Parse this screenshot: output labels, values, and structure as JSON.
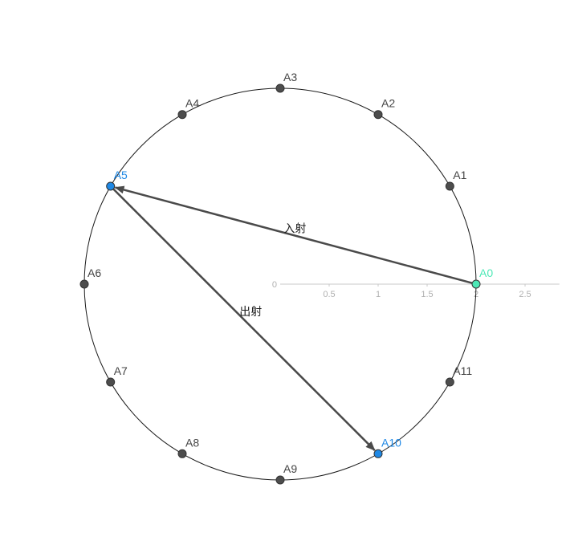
{
  "colors": {
    "point_default": "#4d4d4d",
    "point_highlight": "#1e88e5",
    "point_start": "#4de8b6",
    "label_default": "#444444",
    "label_highlight": "#1e88e5",
    "label_start": "#4de8b6",
    "ray": "#4a4a4a"
  },
  "axis": {
    "tick_labels": [
      "0",
      "0.5",
      "1",
      "1.5",
      "2",
      "2.5"
    ],
    "tick_values": [
      0,
      0.5,
      1,
      1.5,
      2,
      2.5
    ],
    "x_max": 2.85
  },
  "circle": {
    "center": [
      0,
      0
    ],
    "radius": 2,
    "points": [
      {
        "label": "A0",
        "angle_deg": 0,
        "style": "start"
      },
      {
        "label": "A1",
        "angle_deg": 30,
        "style": "default"
      },
      {
        "label": "A2",
        "angle_deg": 60,
        "style": "default"
      },
      {
        "label": "A3",
        "angle_deg": 90,
        "style": "default"
      },
      {
        "label": "A4",
        "angle_deg": 120,
        "style": "default"
      },
      {
        "label": "A5",
        "angle_deg": 150,
        "style": "highlight"
      },
      {
        "label": "A6",
        "angle_deg": 180,
        "style": "default"
      },
      {
        "label": "A7",
        "angle_deg": 210,
        "style": "default"
      },
      {
        "label": "A8",
        "angle_deg": 240,
        "style": "default"
      },
      {
        "label": "A9",
        "angle_deg": 270,
        "style": "default"
      },
      {
        "label": "A10",
        "angle_deg": 300,
        "style": "highlight"
      },
      {
        "label": "A11",
        "angle_deg": 330,
        "style": "default"
      }
    ]
  },
  "rays": [
    {
      "from": "A0",
      "to": "A5",
      "label": "入射"
    },
    {
      "from": "A5",
      "to": "A10",
      "label": "出射"
    }
  ]
}
